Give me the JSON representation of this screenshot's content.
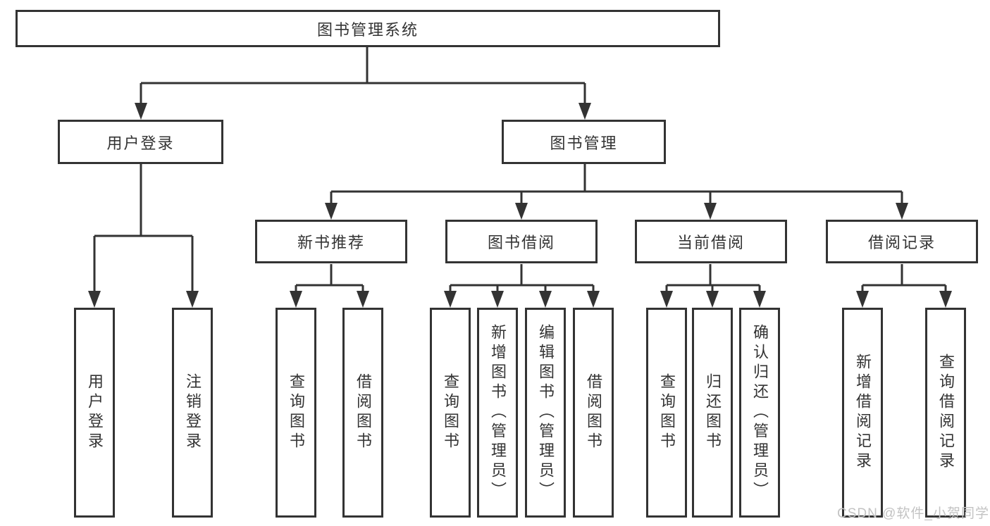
{
  "tree": {
    "root": {
      "label": "图书管理系统",
      "children": [
        {
          "label": "用户登录",
          "children": [
            {
              "label": "用户登录"
            },
            {
              "label": "注销登录"
            }
          ]
        },
        {
          "label": "图书管理",
          "children": [
            {
              "label": "新书推荐",
              "children": [
                {
                  "label": "查询图书"
                },
                {
                  "label": "借阅图书"
                }
              ]
            },
            {
              "label": "图书借阅",
              "children": [
                {
                  "label": "查询图书"
                },
                {
                  "label": "新增图书（管理员）"
                },
                {
                  "label": "编辑图书（管理员）"
                },
                {
                  "label": "借阅图书"
                }
              ]
            },
            {
              "label": "当前借阅",
              "children": [
                {
                  "label": "查询图书"
                },
                {
                  "label": "归还图书"
                },
                {
                  "label": "确认归还（管理员）"
                }
              ]
            },
            {
              "label": "借阅记录",
              "children": [
                {
                  "label": "新增借阅记录"
                },
                {
                  "label": "查询借阅记录"
                }
              ]
            }
          ]
        }
      ]
    }
  },
  "watermark": {
    "text": "CSDN @软件_小贺同学"
  },
  "colors": {
    "line": "#333333",
    "box_border": "#333333",
    "text": "#333333",
    "watermark": "#c3c3c3",
    "background": "#ffffff"
  }
}
